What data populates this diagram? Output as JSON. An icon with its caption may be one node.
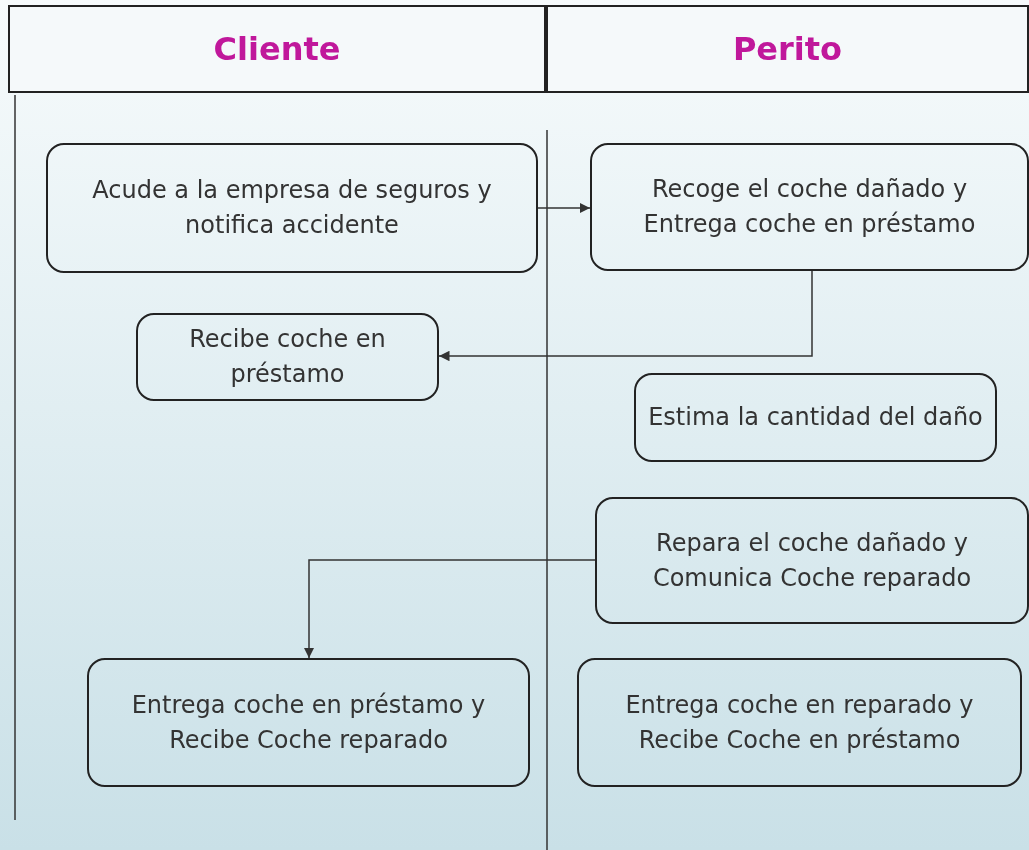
{
  "diagram": {
    "nodes": [
      {
        "text": [
          "Cliente"
        ]
      },
      {
        "text": [
          "Perito"
        ]
      },
      {
        "text": [
          "Acude a la empresa de seguros y notifica accidente"
        ]
      },
      {
        "text": [
          "Recoge el coche dañado y Entrega coche en préstamo"
        ]
      },
      {
        "text": [
          "Recibe coche en préstamo"
        ]
      },
      {
        "text": [
          "Estima la cantidad del daño"
        ]
      },
      {
        "text": [
          "Repara el coche dañado y Comunica Coche reparado"
        ]
      },
      {
        "text": [
          "Entrega coche en préstamo y Recibe Coche reparado"
        ]
      },
      {
        "text": [
          "Entrega coche en reparado y Recibe Coche en préstamo"
        ]
      }
    ],
    "edges": [
      {
        "from": 2,
        "to": 3,
        "arrow": "to"
      },
      {
        "from": 3,
        "to": 4,
        "arrow": "to"
      },
      {
        "from": 6,
        "to": 7,
        "arrow": "to"
      }
    ]
  }
}
